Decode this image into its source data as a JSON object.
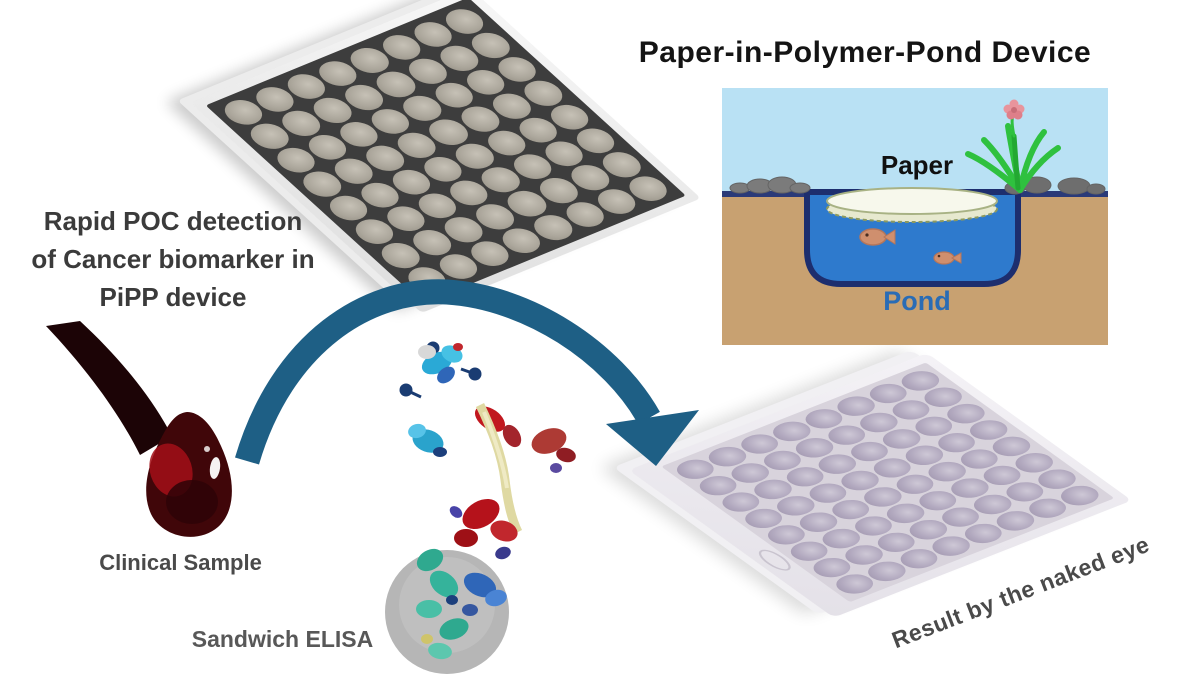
{
  "figure": {
    "kind": "graphical-abstract",
    "background": "#ffffff"
  },
  "headline": {
    "lines": [
      "Rapid POC detection",
      "of Cancer biomarker in",
      "PiPP device"
    ]
  },
  "pond_device": {
    "title": "Paper-in-Polymer-Pond Device",
    "paper_label": "Paper",
    "pond_label": "Pond"
  },
  "sample": {
    "label": "Clinical Sample"
  },
  "assay": {
    "label": "Sandwich ELISA"
  },
  "result": {
    "label": "Result by the naked eye"
  },
  "plates": {
    "input_plate": {
      "rows": 8,
      "cols": 8,
      "well_color": "#aba69b",
      "body_color": "#3d3d3d"
    },
    "result_plate": {
      "rows": 8,
      "cols": 8,
      "well_color": "#b2a9bf",
      "body_color": "#d8d3dc"
    }
  },
  "icons": {
    "flow_arrow": "curved-teal-arrow",
    "blood_drop": "blood-droplet",
    "antibody_complex": "sandwich-elisa-ribbon-structure",
    "pond_scene": "paper-disc-in-pond-cartoon"
  },
  "colors": {
    "arrow": "#1e5f85",
    "sky": "#b9e1f4",
    "ground": "#c8a171",
    "pond_water": "#2e7acd",
    "pond_border": "#1d2e6e",
    "blood": "#400609",
    "bead": "#b6b6b6",
    "grass": "#2fc13f",
    "pond_label_blue": "#2a6cb5"
  }
}
